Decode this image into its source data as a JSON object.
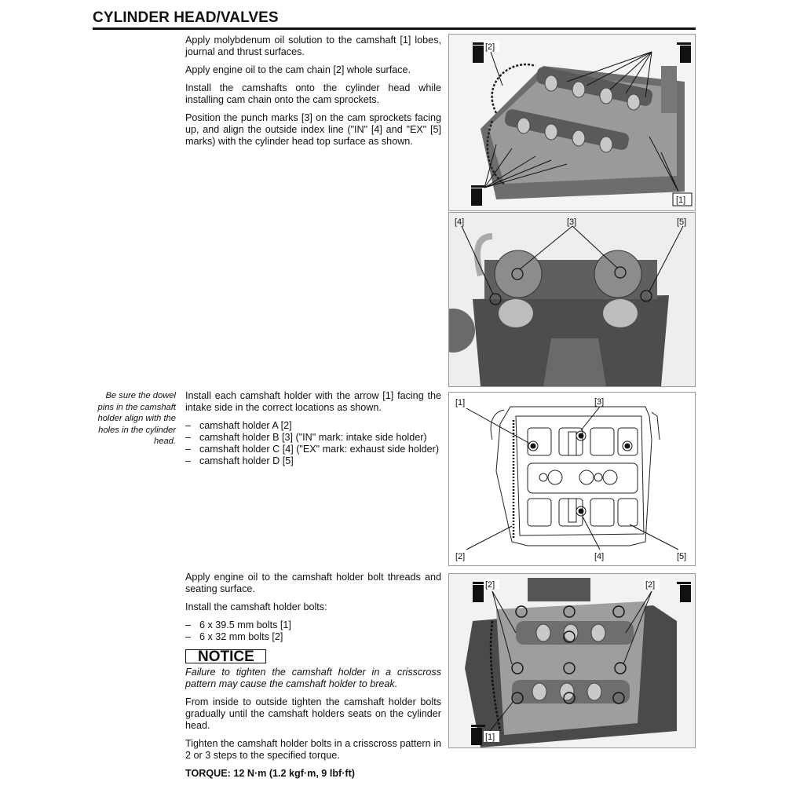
{
  "header": {
    "title": "CYLINDER HEAD/VALVES"
  },
  "section1": {
    "p1": "Apply molybdenum oil solution to the camshaft [1] lobes, journal and thrust surfaces.",
    "p2": "Apply engine oil to the cam chain [2] whole surface.",
    "p3": "Install the camshafts onto the cylinder head while installing cam chain onto the cam sprockets.",
    "p4": "Position the punch marks [3] on the cam sprockets facing up, and align the outside index line (\"IN\" [4] and \"EX\" [5] marks) with the cylinder head top surface as shown."
  },
  "side_note": "Be sure the dowel pins in the camshaft holder align with the holes in the cylinder head.",
  "section2": {
    "p1": "Install each camshaft holder with the arrow [1] facing the intake side in the correct locations as shown.",
    "items": [
      "camshaft holder A [2]",
      "camshaft holder B [3] (\"IN\" mark: intake side holder)",
      "camshaft holder C [4] (\"EX\" mark: exhaust side holder)",
      "camshaft holder D [5]"
    ]
  },
  "section3": {
    "p1": "Apply engine oil to the camshaft holder bolt threads and seating surface.",
    "p2": "Install the camshaft holder bolts:",
    "items": [
      "6 x 39.5 mm bolts [1]",
      "6 x 32 mm bolts [2]"
    ],
    "notice_label": "NOTICE",
    "notice_text": "Failure to tighten the camshaft holder in a crisscross pattern may cause the camshaft holder to break.",
    "p3": "From inside to outside tighten the camshaft holder bolts gradually until the camshaft holders seats on the cylinder head.",
    "p4": "Tighten the camshaft holder bolts in a crisscross pattern in 2 or 3 steps to the specified torque.",
    "torque": "TORQUE: 12 N·m (1.2 kgf·m, 9 lbf·ft)"
  },
  "figures": {
    "fig1": {
      "labels": [
        "[2]",
        "[1]"
      ]
    },
    "fig2": {
      "labels": [
        "[4]",
        "[3]",
        "[5]"
      ]
    },
    "fig3": {
      "labels": [
        "[1]",
        "[3]",
        "[2]",
        "[4]",
        "[5]"
      ]
    },
    "fig4": {
      "labels": [
        "[2]",
        "[2]",
        "[1]"
      ]
    }
  }
}
